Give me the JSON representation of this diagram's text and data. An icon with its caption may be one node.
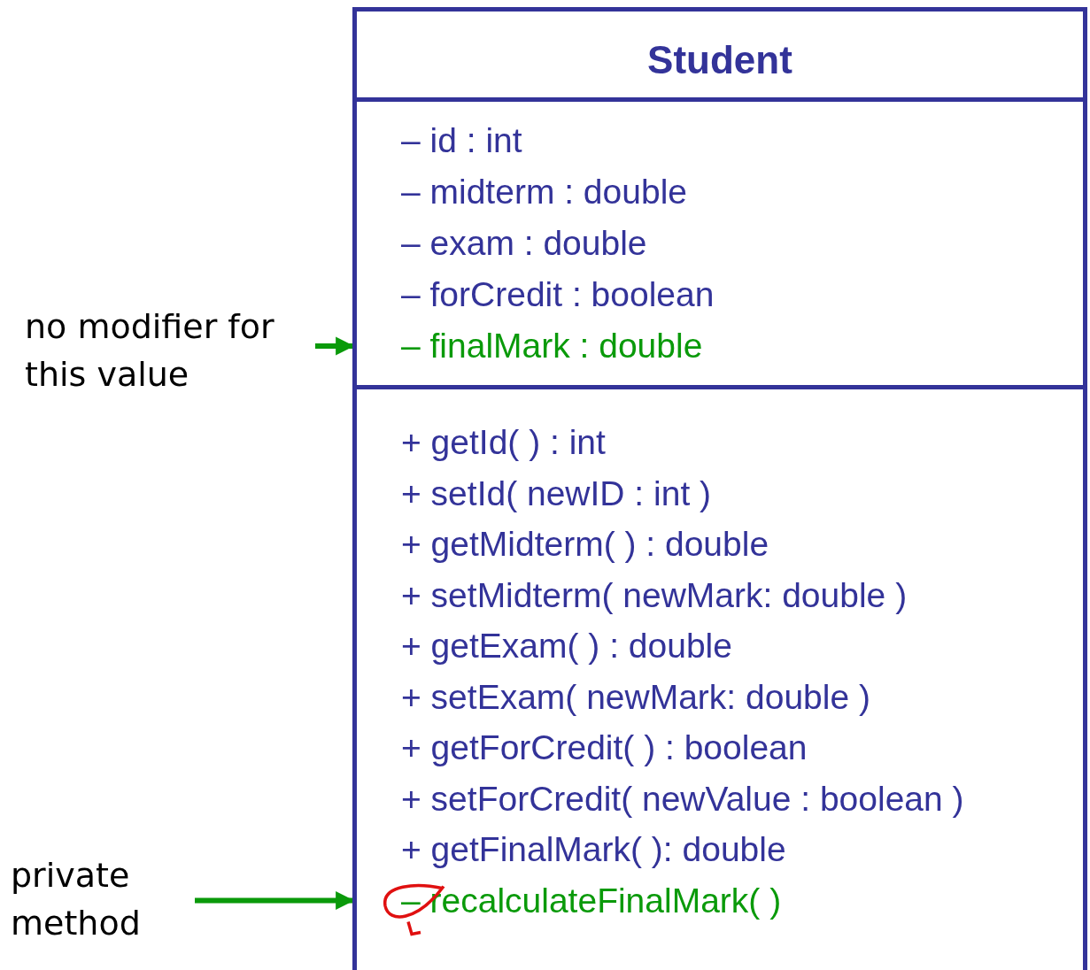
{
  "diagram": {
    "nodes": [
      {
        "text": [
          "Student"
        ]
      },
      {
        "text": [
          "– id : int",
          "– midterm : double",
          "– exam : double",
          "– forCredit : boolean",
          "– finalMark : double"
        ],
        "in": 0
      },
      {
        "text": [
          "+ getId( ) : int",
          "+ setId( newID : int )",
          "+ getMidterm( ) : double",
          "+ setMidterm( newMark: double )",
          "+ getExam( ) : double",
          "+ setExam( newMark: double )",
          "+ getForCredit( ) : boolean",
          "+ setForCredit( newValue : boolean )",
          "+ getFinalMark( ): double",
          "– recalculateFinalMark( )"
        ],
        "in": 0
      },
      {
        "text": [
          "no modifier for this value"
        ]
      },
      {
        "text": [
          "private method"
        ]
      }
    ],
    "edges": [
      {
        "from": 3,
        "to": 1,
        "arrow": "to"
      },
      {
        "from": 4,
        "to": 2,
        "arrow": "to"
      }
    ]
  }
}
